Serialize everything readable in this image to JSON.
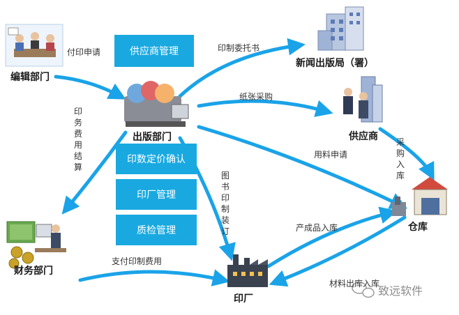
{
  "nodes": {
    "editorial": "编辑部门",
    "publishing": "出版部门",
    "press_bureau": "新闻出版局（署）",
    "supplier": "供应商",
    "warehouse": "仓库",
    "printing_factory": "印厂",
    "finance": "财务部门"
  },
  "modules": {
    "supplier_mgmt": "供应商管理",
    "print_pricing": "印数定价确认",
    "factory_mgmt": "印厂管理",
    "quality_mgmt": "质检管理"
  },
  "flows": {
    "print_request": "付印申请",
    "print_commission": "印制委托书",
    "paper_purchase": "纸张采购",
    "print_fee_settlement": "印务费用结算",
    "material_request": "用料申请",
    "purchase_inbound": "采购入库",
    "book_binding": "图书印制装订",
    "product_inbound": "产成品入库",
    "material_outbound": "材料出库入库",
    "pay_print_fee": "支付印制费用"
  },
  "watermark": "致远软件",
  "colors": {
    "arrow": "#1aa3e8",
    "box": "#19a9e0"
  }
}
